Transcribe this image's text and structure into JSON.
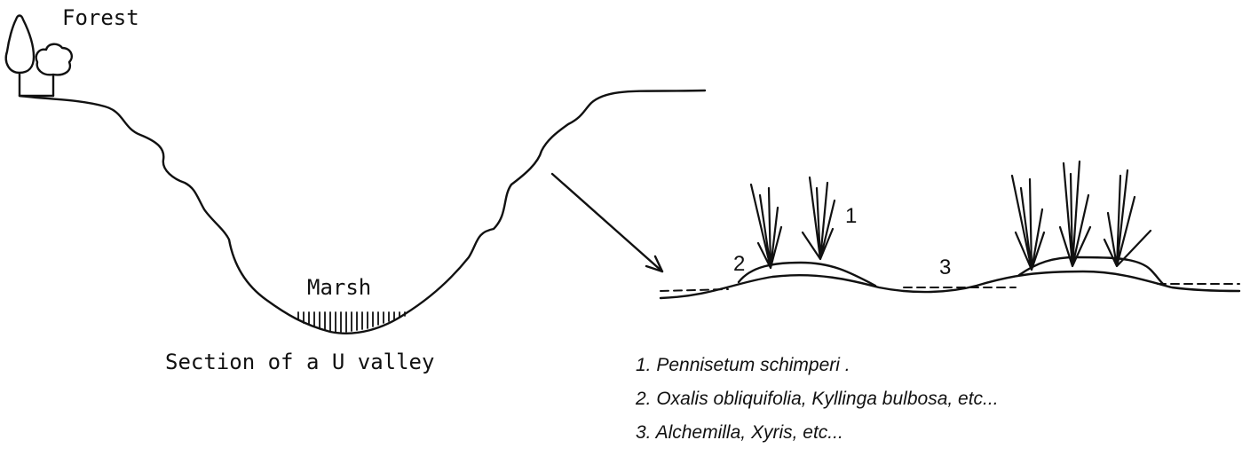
{
  "labels": {
    "forest": "Forest",
    "marsh": "Marsh",
    "caption": "Section of a U valley",
    "zone1": "1",
    "zone2": "2",
    "zone3": "3"
  },
  "legend": [
    "1. Pennisetum schimperi .",
    "2. Oxalis obliquifolia, Kyllinga bulbosa, etc...",
    "3. Alchemilla, Xyris, etc..."
  ],
  "colors": {
    "ink": "#111111",
    "background": "#ffffff"
  }
}
